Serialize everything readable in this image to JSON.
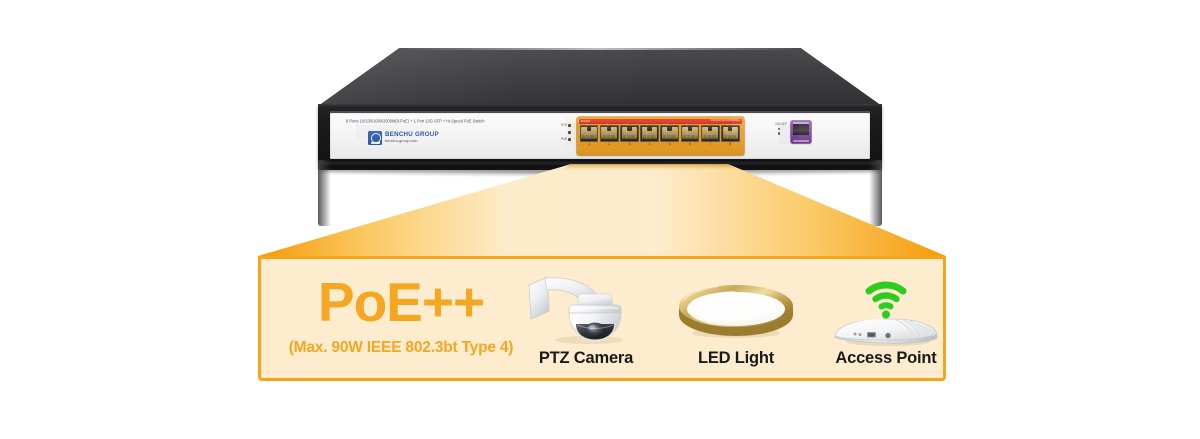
{
  "product": {
    "spec_line": "8 Ports 10/100/1000/2500M(8-PoE) + 1 Port 10G SFP + Hi-Speed PoE Switch",
    "brand_name": "BENCHU GROUP",
    "brand_url": "benchu-group.com",
    "led_legend": [
      {
        "label": "SYS"
      },
      {
        "label": ""
      },
      {
        "label": "PoE"
      }
    ],
    "port_strip": {
      "left_label": "1000M",
      "right_label": "10/100/1000/2500Mbps"
    },
    "ports": [
      {
        "number": "1"
      },
      {
        "number": "2"
      },
      {
        "number": "3"
      },
      {
        "number": "4"
      },
      {
        "number": "5"
      },
      {
        "number": "6"
      },
      {
        "number": "7"
      },
      {
        "number": "8"
      }
    ],
    "sfp": {
      "label": "10G SFP"
    }
  },
  "callout": {
    "headline": "PoE++",
    "subline": "(Max. 90W IEEE 802.3bt Type 4)",
    "devices": [
      {
        "id": "ptz-camera",
        "label": "PTZ Camera"
      },
      {
        "id": "led-light",
        "label": "LED Light"
      },
      {
        "id": "access-point",
        "label": "Access Point"
      }
    ]
  },
  "colors": {
    "accent_orange": "#f7a41b",
    "headline_orange": "#f5a623",
    "callout_bg": "#fdeccd",
    "chassis_dark": "#3c3c3f",
    "port_bezel": "#e89a1f",
    "port_strip_red": "#e8301c",
    "sfp_purple": "#7e3f9c",
    "brand_blue": "#1d4798",
    "wifi_green": "#2ecc1e"
  }
}
